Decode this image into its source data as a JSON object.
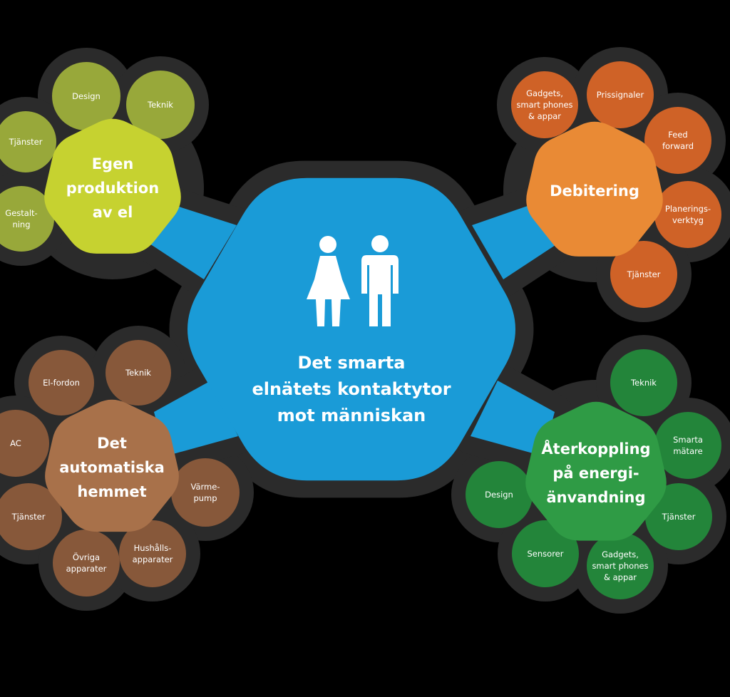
{
  "center": {
    "lines": [
      "Det smarta",
      "elnätets kontaktytor",
      "mot människan"
    ],
    "color": "#1a9bd7",
    "icon": "people-icon"
  },
  "hubs": [
    {
      "id": "egen-produktion",
      "lines": [
        "Egen",
        "produktion",
        "av el"
      ],
      "color": "#c6d230",
      "petal_color": "#98a83a",
      "petals": [
        {
          "lines": [
            "Design"
          ]
        },
        {
          "lines": [
            "Teknik"
          ]
        },
        {
          "lines": [
            "Tjänster"
          ]
        },
        {
          "lines": [
            "Gestalt-",
            "ning"
          ]
        }
      ]
    },
    {
      "id": "debitering",
      "lines": [
        "Debitering"
      ],
      "color": "#e98a35",
      "petal_color": "#cf6227",
      "petals": [
        {
          "lines": [
            "Gadgets,",
            "smart phones",
            "& appar"
          ]
        },
        {
          "lines": [
            "Prissignaler"
          ]
        },
        {
          "lines": [
            "Feed",
            "forward"
          ]
        },
        {
          "lines": [
            "Planerings-",
            "verktyg"
          ]
        },
        {
          "lines": [
            "Tjänster"
          ]
        }
      ]
    },
    {
      "id": "automatiska-hemmet",
      "lines": [
        "Det",
        "automatiska",
        "hemmet"
      ],
      "color": "#a8714a",
      "petal_color": "#87583a",
      "petals": [
        {
          "lines": [
            "El-fordon"
          ]
        },
        {
          "lines": [
            "Teknik"
          ]
        },
        {
          "lines": [
            "AC"
          ]
        },
        {
          "lines": [
            "Värme-",
            "pump"
          ]
        },
        {
          "lines": [
            "Tjänster"
          ]
        },
        {
          "lines": [
            "Övriga",
            "apparater"
          ]
        },
        {
          "lines": [
            "Hushålls-",
            "apparater"
          ]
        }
      ]
    },
    {
      "id": "aterkoppling",
      "lines": [
        "Återkoppling",
        "på energi-",
        "änvandning"
      ],
      "color": "#2f9b45",
      "petal_color": "#23853a",
      "petals": [
        {
          "lines": [
            "Teknik"
          ]
        },
        {
          "lines": [
            "Smarta",
            "mätare"
          ]
        },
        {
          "lines": [
            "Design"
          ]
        },
        {
          "lines": [
            "Tjänster"
          ]
        },
        {
          "lines": [
            "Sensorer"
          ]
        },
        {
          "lines": [
            "Gadgets,",
            "smart phones",
            "& appar"
          ]
        }
      ]
    }
  ],
  "colors": {
    "background": "#000000",
    "shadow": "#2b2b2b",
    "connector": "#1a9bd7",
    "text": "#ffffff"
  }
}
